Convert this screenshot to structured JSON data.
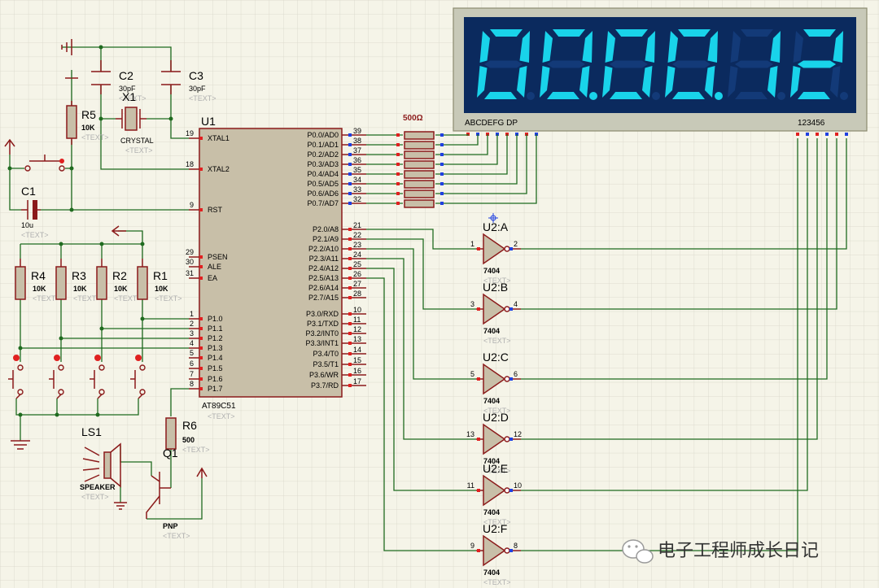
{
  "display": {
    "digits": [
      "0",
      "0",
      "0",
      "0",
      "1",
      "2"
    ],
    "decimal_points": [
      false,
      true,
      false,
      true,
      false,
      false
    ],
    "seg_label": "ABCDEFG  DP",
    "pos_label": "123456",
    "bg": "#0b2a5e",
    "seg_on": "#19d3ea"
  },
  "resistor_network": {
    "value": "500Ω"
  },
  "mcu": {
    "ref": "U1",
    "part": "AT89C51",
    "text": "<TEXT>",
    "left_pins": [
      {
        "num": "19",
        "name": "XTAL1"
      },
      {
        "num": "18",
        "name": "XTAL2"
      },
      {
        "num": "9",
        "name": "RST"
      },
      {
        "num": "29",
        "name": "PSEN"
      },
      {
        "num": "30",
        "name": "ALE"
      },
      {
        "num": "31",
        "name": "EA"
      },
      {
        "num": "1",
        "name": "P1.0"
      },
      {
        "num": "2",
        "name": "P1.1"
      },
      {
        "num": "3",
        "name": "P1.2"
      },
      {
        "num": "4",
        "name": "P1.3"
      },
      {
        "num": "5",
        "name": "P1.4"
      },
      {
        "num": "6",
        "name": "P1.5"
      },
      {
        "num": "7",
        "name": "P1.6"
      },
      {
        "num": "8",
        "name": "P1.7"
      }
    ],
    "right_pins": [
      {
        "num": "39",
        "name": "P0.0/AD0"
      },
      {
        "num": "38",
        "name": "P0.1/AD1"
      },
      {
        "num": "37",
        "name": "P0.2/AD2"
      },
      {
        "num": "36",
        "name": "P0.3/AD3"
      },
      {
        "num": "35",
        "name": "P0.4/AD4"
      },
      {
        "num": "34",
        "name": "P0.5/AD5"
      },
      {
        "num": "33",
        "name": "P0.6/AD6"
      },
      {
        "num": "32",
        "name": "P0.7/AD7"
      },
      {
        "num": "21",
        "name": "P2.0/A8"
      },
      {
        "num": "22",
        "name": "P2.1/A9"
      },
      {
        "num": "23",
        "name": "P2.2/A10"
      },
      {
        "num": "24",
        "name": "P2.3/A11"
      },
      {
        "num": "25",
        "name": "P2.4/A12"
      },
      {
        "num": "26",
        "name": "P2.5/A13"
      },
      {
        "num": "27",
        "name": "P2.6/A14"
      },
      {
        "num": "28",
        "name": "P2.7/A15"
      },
      {
        "num": "10",
        "name": "P3.0/RXD"
      },
      {
        "num": "11",
        "name": "P3.1/TXD"
      },
      {
        "num": "12",
        "name": "P3.2/INT0"
      },
      {
        "num": "13",
        "name": "P3.3/INT1"
      },
      {
        "num": "14",
        "name": "P3.4/T0"
      },
      {
        "num": "15",
        "name": "P3.5/T1"
      },
      {
        "num": "16",
        "name": "P3.6/WR"
      },
      {
        "num": "17",
        "name": "P3.7/RD"
      }
    ]
  },
  "components": {
    "c2": {
      "ref": "C2",
      "value": "30pF",
      "text": "<TEXT>"
    },
    "c3": {
      "ref": "C3",
      "value": "30pF",
      "text": "<TEXT>"
    },
    "x1": {
      "ref": "X1",
      "value": "CRYSTAL",
      "text": "<TEXT>"
    },
    "r5": {
      "ref": "R5",
      "value": "10K",
      "text": "<TEXT>"
    },
    "c1": {
      "ref": "C1",
      "value": "10u",
      "text": "<TEXT>"
    },
    "r4": {
      "ref": "R4",
      "value": "10K",
      "text": "<TEXT>"
    },
    "r3": {
      "ref": "R3",
      "value": "10K",
      "text": "<TEXT>"
    },
    "r2": {
      "ref": "R2",
      "value": "10K",
      "text": "<TEXT>"
    },
    "r1": {
      "ref": "R1",
      "value": "10K",
      "text": "<TEXT>"
    },
    "r6": {
      "ref": "R6",
      "value": "500",
      "text": "<TEXT>"
    },
    "ls1": {
      "ref": "LS1",
      "value": "SPEAKER",
      "text": "<TEXT>"
    },
    "q1": {
      "ref": "Q1",
      "value": "PNP",
      "text": "<TEXT>"
    }
  },
  "inverters": [
    {
      "ref": "U2:A",
      "in": "1",
      "out": "2",
      "part": "7404",
      "text": "<TEXT>"
    },
    {
      "ref": "U2:B",
      "in": "3",
      "out": "4",
      "part": "7404",
      "text": "<TEXT>"
    },
    {
      "ref": "U2:C",
      "in": "5",
      "out": "6",
      "part": "7404",
      "text": "<TEXT>"
    },
    {
      "ref": "U2:D",
      "in": "13",
      "out": "12",
      "part": "7404",
      "text": "<TEXT>"
    },
    {
      "ref": "U2:E",
      "in": "11",
      "out": "10",
      "part": "7404",
      "text": "<TEXT>"
    },
    {
      "ref": "U2:F",
      "in": "9",
      "out": "8",
      "part": "7404",
      "text": "<TEXT>"
    }
  ],
  "watermark": {
    "text": "电子工程师成长日记"
  }
}
